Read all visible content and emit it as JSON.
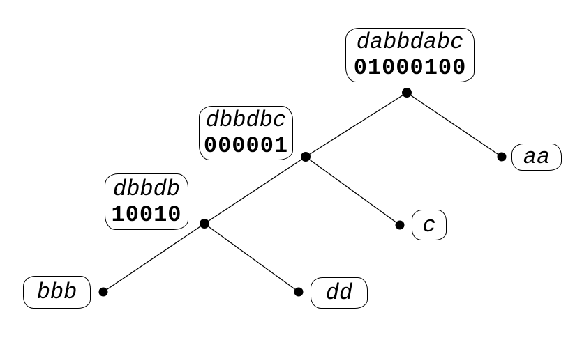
{
  "diagram": {
    "kind": "binary-tree",
    "colors": {
      "background": "#ffffff",
      "stroke": "#000000",
      "text": "#000000",
      "vertex_dot": "#000000"
    },
    "tree": {
      "nodes": [
        {
          "id": "root",
          "string": "dabbdabc",
          "code": "01000100",
          "children": [
            "internal-left",
            "leaf-aa"
          ]
        },
        {
          "id": "internal-left",
          "string": "dbbdbc",
          "code": "000001",
          "children": [
            "internal-left-left",
            "leaf-c"
          ]
        },
        {
          "id": "internal-left-left",
          "string": "dbbdb",
          "code": "10010",
          "children": [
            "leaf-bbb",
            "leaf-dd"
          ]
        },
        {
          "id": "leaf-bbb",
          "string": "bbb"
        },
        {
          "id": "leaf-dd",
          "string": "dd"
        },
        {
          "id": "leaf-c",
          "string": "c"
        },
        {
          "id": "leaf-aa",
          "string": "aa"
        }
      ],
      "edges": [
        {
          "from": "root",
          "to": "internal-left"
        },
        {
          "from": "root",
          "to": "leaf-aa"
        },
        {
          "from": "internal-left",
          "to": "internal-left-left"
        },
        {
          "from": "internal-left",
          "to": "leaf-c"
        },
        {
          "from": "internal-left-left",
          "to": "leaf-bbb"
        },
        {
          "from": "internal-left-left",
          "to": "leaf-dd"
        }
      ]
    }
  }
}
